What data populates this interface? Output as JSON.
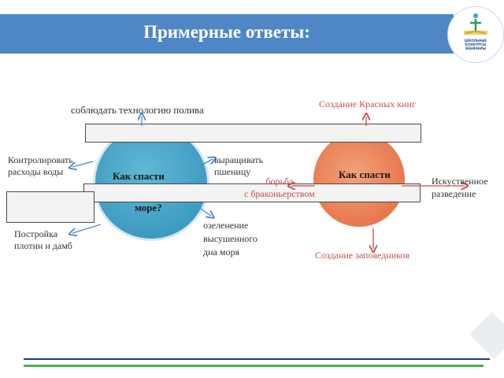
{
  "header": {
    "title": "Примерные ответы:",
    "logo_icon": "school-logo-icon",
    "logo_text": "ШКОЛЬНЫЕ\nКОНКУРСЫ\nВЕБИНАРЫ"
  },
  "colors": {
    "title_bar": "#4f86c6",
    "left_circle": "#3e9cc0",
    "right_circle": "#e8784d",
    "arrow_blue": "#4f86c6",
    "arrow_red": "#c0504d"
  },
  "diagram": {
    "left_center": {
      "line1": "Как спасти",
      "line2": "море?"
    },
    "left_answers": {
      "top": "соблюдать технологию полива",
      "left": "Контролировать\nрасходы воды",
      "right_top": "выращивать\nпшеницу",
      "bottom_left": "Постройка\nплотин и дамб",
      "bottom_right": "озеленение\nвысушенного\nдна моря"
    },
    "right_center": {
      "line1": "Как спасти"
    },
    "right_answers": {
      "top": "Создание Красных книг",
      "left": "борьба\nс браконьерством",
      "right": "Искуственное\n разведение",
      "bottom": "Создание заповедников"
    }
  }
}
